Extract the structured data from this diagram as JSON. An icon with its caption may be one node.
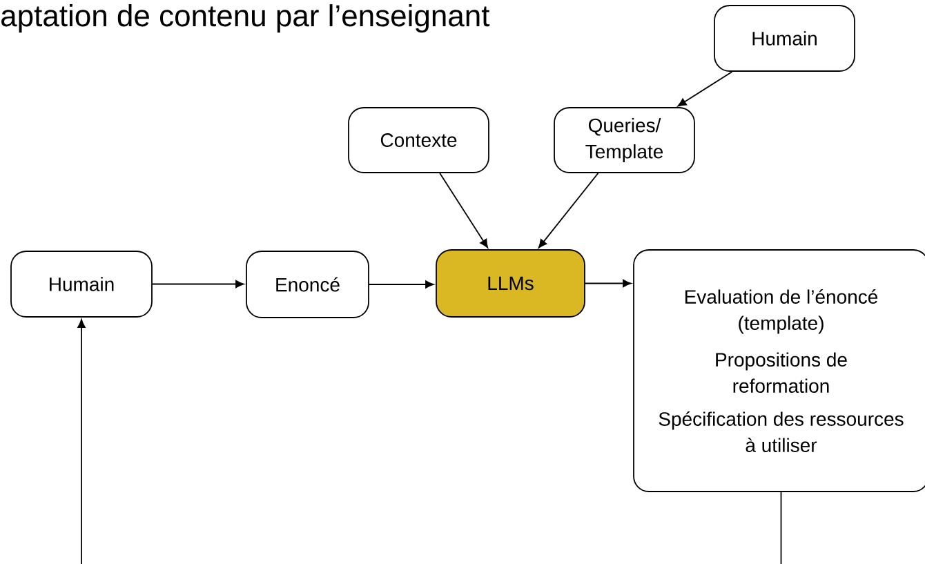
{
  "diagram": {
    "title": "aptation de contenu par l’enseignant",
    "nodes": [
      {
        "text": [
          "Humain"
        ]
      },
      {
        "text": [
          "Contexte"
        ]
      },
      {
        "text": [
          "Queries/ Template"
        ]
      },
      {
        "text": [
          "Humain"
        ]
      },
      {
        "text": [
          "Enoncé"
        ]
      },
      {
        "text": [
          "LLMs"
        ]
      },
      {
        "text": [
          "Evaluation de l’énoncé (template)",
          "Propositions de reformation",
          "Spécification des ressources à utiliser"
        ]
      }
    ],
    "edges": [
      {
        "from": 0,
        "to": 2,
        "arrow": "to"
      },
      {
        "from": 1,
        "to": 5,
        "arrow": "to"
      },
      {
        "from": 2,
        "to": 5,
        "arrow": "to"
      },
      {
        "from": 3,
        "to": 4,
        "arrow": "to"
      },
      {
        "from": 4,
        "to": 5,
        "arrow": "to"
      },
      {
        "from": 5,
        "to": 6,
        "arrow": "to"
      },
      {
        "from": 6,
        "to": 3,
        "arrow": "to"
      }
    ]
  }
}
